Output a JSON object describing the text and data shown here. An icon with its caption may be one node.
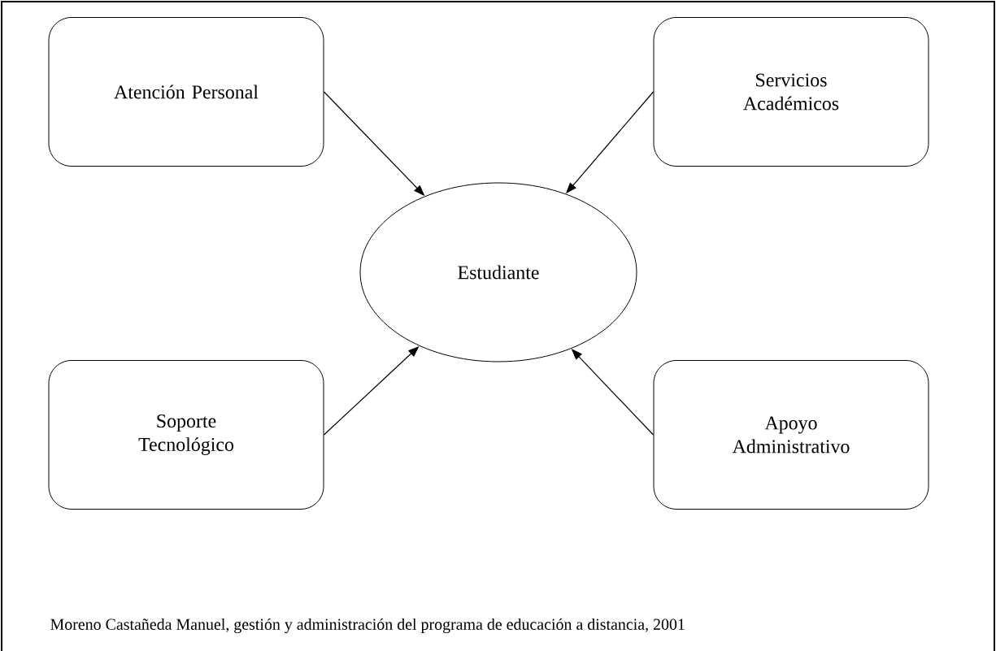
{
  "diagram": {
    "caption": "Moreno Castañeda Manuel, gestión y administración del programa de educación a distancia, 2001",
    "nodes": [
      {
        "text": [
          "Atención Personal"
        ]
      },
      {
        "text": [
          "Servicios Académicos"
        ]
      },
      {
        "text": [
          "Estudiante"
        ]
      },
      {
        "text": [
          "Soporte Tecnológico"
        ]
      },
      {
        "text": [
          "Apoyo Administrativo"
        ]
      }
    ],
    "edges": [
      {
        "from": 0,
        "to": 2,
        "arrow": "to"
      },
      {
        "from": 1,
        "to": 2,
        "arrow": "to"
      },
      {
        "from": 3,
        "to": 2,
        "arrow": "to"
      },
      {
        "from": 4,
        "to": 2,
        "arrow": "to"
      }
    ]
  }
}
